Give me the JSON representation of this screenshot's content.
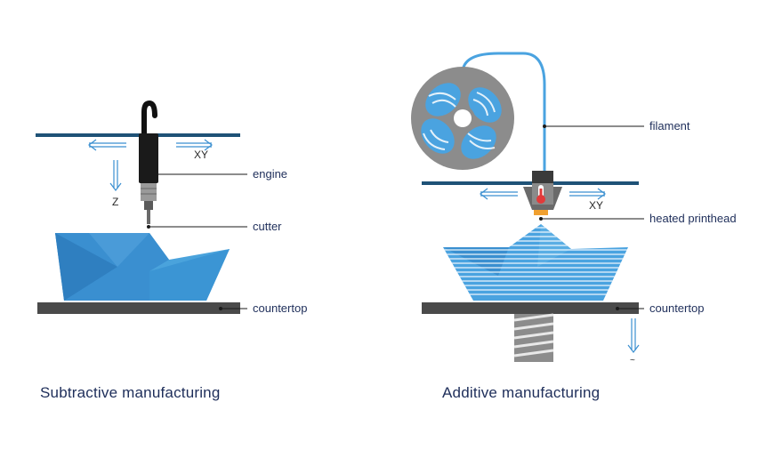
{
  "subtractive": {
    "caption": "Subtractive manufacturing",
    "labels": {
      "engine": "engine",
      "cutter": "cutter",
      "countertop": "countertop"
    },
    "axes": {
      "xy": "XY",
      "z": "Z"
    }
  },
  "additive": {
    "caption": "Additive manufacturing",
    "labels": {
      "filament": "filament",
      "printhead": "heated printhead",
      "countertop": "countertop"
    },
    "axes": {
      "xy": "XY",
      "z": "~"
    }
  },
  "colors": {
    "rail": "#1f5277",
    "blue": "#3a8fd0",
    "blue_dark": "#2c6fb0",
    "blue_light": "#5aa9e0",
    "countertop": "#4a4a4a",
    "spool": "#8c8c8c",
    "filament": "#4aa3e0",
    "text": "#1e2e5a",
    "heater": "#e23a3a",
    "nozzle": "#f0a030"
  }
}
